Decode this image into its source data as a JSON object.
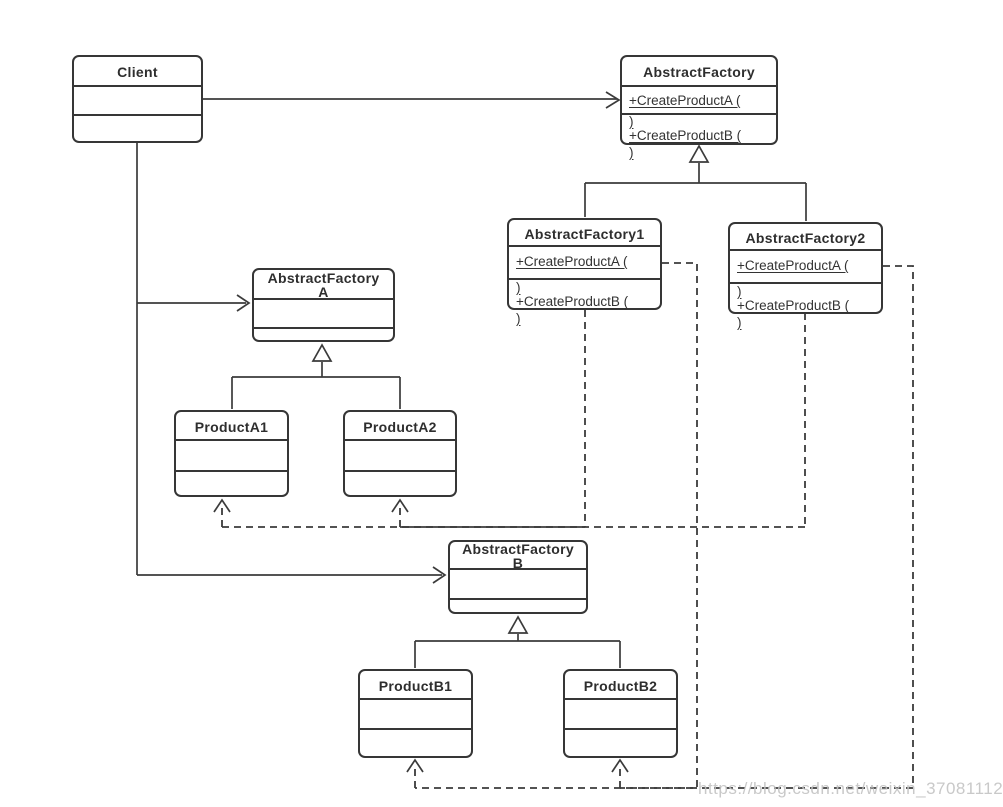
{
  "diagram": {
    "classes": [
      {
        "id": "client",
        "title": [
          "Client"
        ],
        "methods": []
      },
      {
        "id": "abstract-factory",
        "title": [
          "AbstractFactory"
        ],
        "methods": [
          [
            "+CreateProductA (",
            ")"
          ],
          [
            "+CreateProductB (",
            ")"
          ]
        ]
      },
      {
        "id": "abstract-factory-1",
        "title": [
          "AbstractFactory1"
        ],
        "methods": [
          [
            "+CreateProductA (",
            ")"
          ],
          [
            "+CreateProductB (",
            ")"
          ]
        ]
      },
      {
        "id": "abstract-factory-2",
        "title": [
          "AbstractFactory2"
        ],
        "methods": [
          [
            "+CreateProductA (",
            ")"
          ],
          [
            "+CreateProductB (",
            ")"
          ]
        ]
      },
      {
        "id": "abstract-factory-a",
        "title": [
          "AbstractFactory",
          "A"
        ],
        "methods": []
      },
      {
        "id": "product-a1",
        "title": [
          "ProductA1"
        ],
        "methods": []
      },
      {
        "id": "product-a2",
        "title": [
          "ProductA2"
        ],
        "methods": []
      },
      {
        "id": "abstract-factory-b",
        "title": [
          "AbstractFactory",
          "B"
        ],
        "methods": []
      },
      {
        "id": "product-b1",
        "title": [
          "ProductB1"
        ],
        "methods": []
      },
      {
        "id": "product-b2",
        "title": [
          "ProductB2"
        ],
        "methods": []
      }
    ],
    "watermark": "https://blog.csdn.net/weixin_37081112",
    "colors": {
      "line": "#3b3b3b",
      "box_border": "#363636",
      "text": "#333333",
      "watermark": "#c3c3c3",
      "background": "#ffffff"
    }
  }
}
